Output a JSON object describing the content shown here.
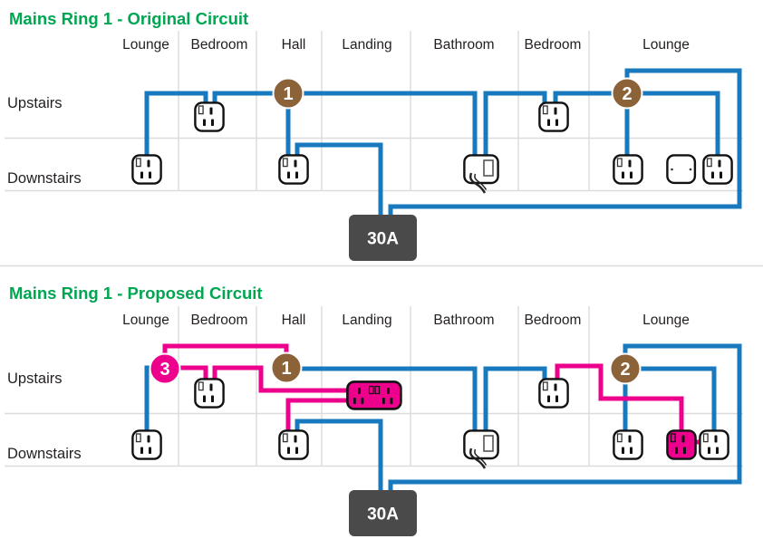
{
  "colors": {
    "title_green": "#00A651",
    "ring_wire_blue": "#1879BE",
    "new_wire_pink": "#EC008C",
    "junction_badge_brown": "#8C6239",
    "new_junction_badge_pink": "#EC008C",
    "fuse_box_grey": "#4A4A4A",
    "grid_line_grey": "#DCDCDC",
    "text_dark": "#231F20"
  },
  "icons": {
    "single_socket": "uk-single-socket-icon",
    "double_socket": "uk-double-socket-icon",
    "pink_single_socket": "new-uk-single-socket-icon",
    "fused_spur": "fused-spur-flex-outlet-icon",
    "blank_plate": "blank-plate-icon",
    "junction_badge": "numbered-junction-badge"
  },
  "diagrams": [
    {
      "title": "Mains Ring 1 - Original Circuit",
      "rooms": [
        "Lounge",
        "Bedroom",
        "Hall",
        "Landing",
        "Bathroom",
        "Bedroom",
        "Lounge"
      ],
      "floors": [
        "Upstairs",
        "Downstairs"
      ],
      "junctions": [
        "1",
        "2"
      ],
      "fuse_rating": "30A"
    },
    {
      "title": "Mains Ring 1 - Proposed Circuit",
      "rooms": [
        "Lounge",
        "Bedroom",
        "Hall",
        "Landing",
        "Bathroom",
        "Bedroom",
        "Lounge"
      ],
      "floors": [
        "Upstairs",
        "Downstairs"
      ],
      "junctions": [
        "1",
        "2",
        "3"
      ],
      "fuse_rating": "30A"
    }
  ]
}
